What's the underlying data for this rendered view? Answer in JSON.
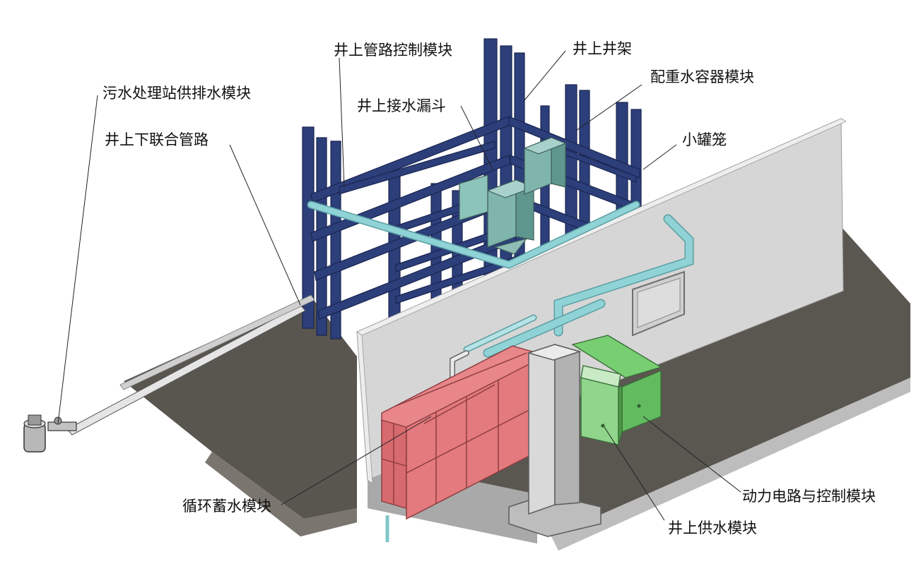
{
  "labels": {
    "wellhead_pipe_control": "井上管路控制模块",
    "wellhead_frame": "井上井架",
    "counterweight_container": "配重水容器模块",
    "sewage_station": "污水处理站供排水模块",
    "wellhead_funnel": "井上接水漏斗",
    "small_cage": "小罐笼",
    "joint_pipeline": "井上下联合管路",
    "circulation_storage": "循环蓄水模块",
    "power_control": "动力电路与控制模块",
    "water_supply": "井上供水模块"
  },
  "colors": {
    "frame_blue": "#2c3f7a",
    "frame_edge": "#1a2550",
    "pipe_cyan": "#8fd3d6",
    "tank_pink": "#e37a7d",
    "box_green": "#6fc86b",
    "box_teal": "#7fb5ad",
    "wall_gray": "#d6d6d6",
    "floor_dark": "#595650",
    "column_gray": "#c9c9c9"
  }
}
